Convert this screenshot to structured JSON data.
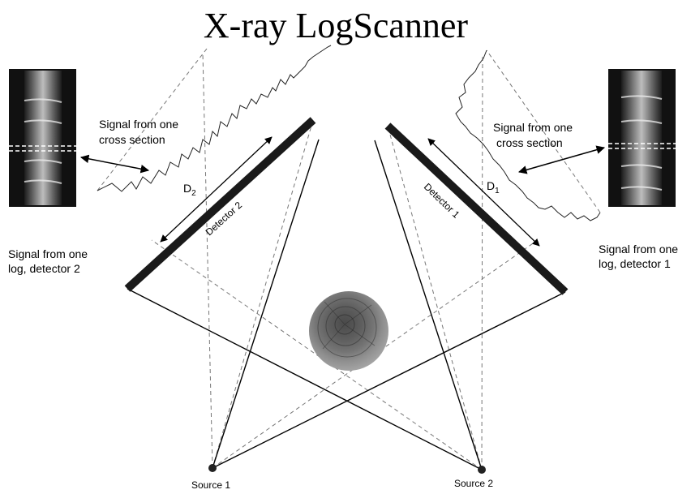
{
  "title": "X-ray LogScanner",
  "labels": {
    "signal_cross_left": [
      "Signal from one",
      "cross section"
    ],
    "signal_cross_right": [
      "Signal from one",
      "cross section"
    ],
    "signal_log_left": [
      "Signal from one",
      "log, detector 2"
    ],
    "signal_log_right": [
      "Signal from one",
      "log, detector 1"
    ],
    "detector_2": "Detector 2",
    "detector_1": "Detector 1",
    "d2": "D",
    "d2_sub": "2",
    "d1": "D",
    "d1_sub": "1",
    "source_1": "Source 1",
    "source_2": "Source 2"
  },
  "colors": {
    "detector": "#1a1a1a",
    "log_outer": "#8a8a8a",
    "log_inner": "#555555",
    "beam": "#000000",
    "ray_dashed": "#777777"
  },
  "icons": {
    "log_left": "xray-log-image",
    "log_right": "xray-log-image",
    "source_1": "xray-source-dot",
    "source_2": "xray-source-dot"
  }
}
